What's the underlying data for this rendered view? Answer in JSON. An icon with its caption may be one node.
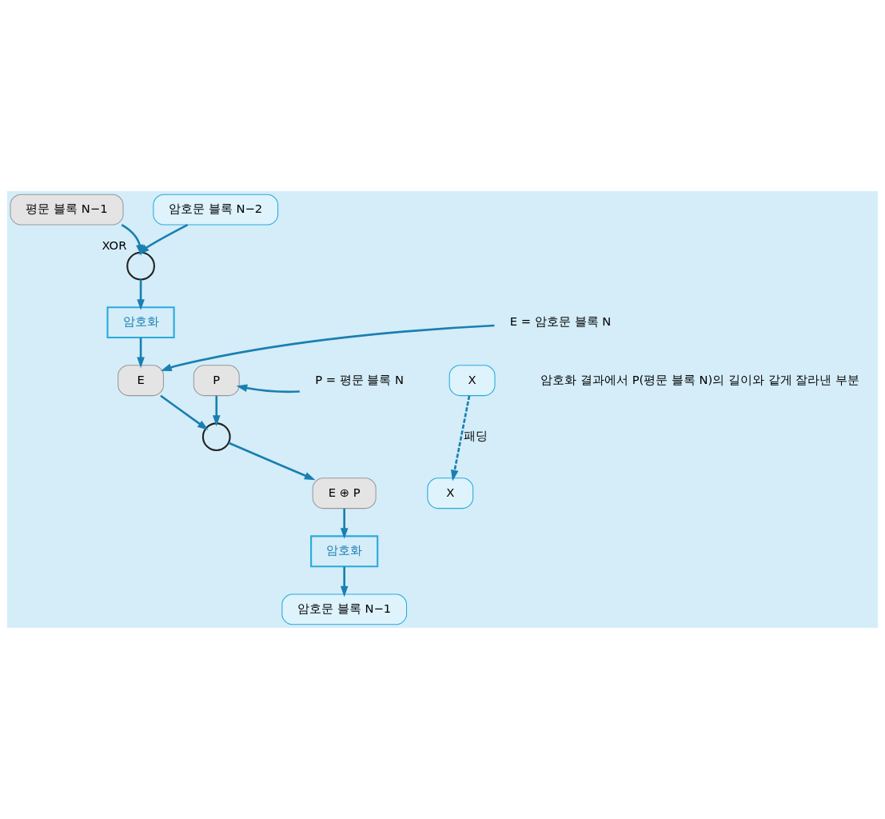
{
  "diagram": {
    "nodes": [
      {
        "text": [
          "평문 블록 N−1"
        ]
      },
      {
        "text": [
          "P"
        ]
      },
      {
        "text": [
          "P = 평문 블록 N"
        ]
      },
      {
        "text": [],
        "shape": "circle"
      },
      {
        "text": [],
        "shape": "circle",
        "beside": [
          "XOR"
        ]
      },
      {
        "text": [
          "암호화"
        ]
      },
      {
        "text": [
          "E"
        ]
      },
      {
        "text": [
          "X"
        ]
      },
      {
        "text": [
          "암호문 블록 N−2"
        ]
      },
      {
        "text": [
          "E ⊕ P"
        ]
      },
      {
        "text": [
          "X"
        ]
      },
      {
        "text": [
          "암호화"
        ]
      },
      {
        "text": [
          "암호문 블록 N−1"
        ]
      },
      {
        "text": [
          "E = 암호문 블록 N"
        ]
      }
    ],
    "edges": [
      {
        "from": 0,
        "to": 4,
        "arrow": "to"
      },
      {
        "from": 8,
        "to": 4,
        "arrow": "to"
      },
      {
        "from": 4,
        "to": 5,
        "arrow": "to"
      },
      {
        "from": 5,
        "to": 6,
        "arrow": "to"
      },
      {
        "from": 6,
        "to": 3,
        "arrow": "to"
      },
      {
        "from": 1,
        "to": 3,
        "arrow": "to"
      },
      {
        "from": 3,
        "to": 9,
        "arrow": "to"
      },
      {
        "from": 7,
        "to": 10,
        "arrow": "to",
        "style": "dashed",
        "label": "패딩"
      },
      {
        "from": 9,
        "to": 11,
        "arrow": "to"
      },
      {
        "from": 11,
        "to": 12,
        "arrow": "to"
      },
      {
        "from": 2,
        "to": 1,
        "arrow": "to"
      },
      {
        "from": 13,
        "to": 6,
        "arrow": "to"
      }
    ],
    "labels": [
      "암호화 결과에서 P(평문 블록 N)의 길이와 같게 잘라낸 부분"
    ]
  }
}
